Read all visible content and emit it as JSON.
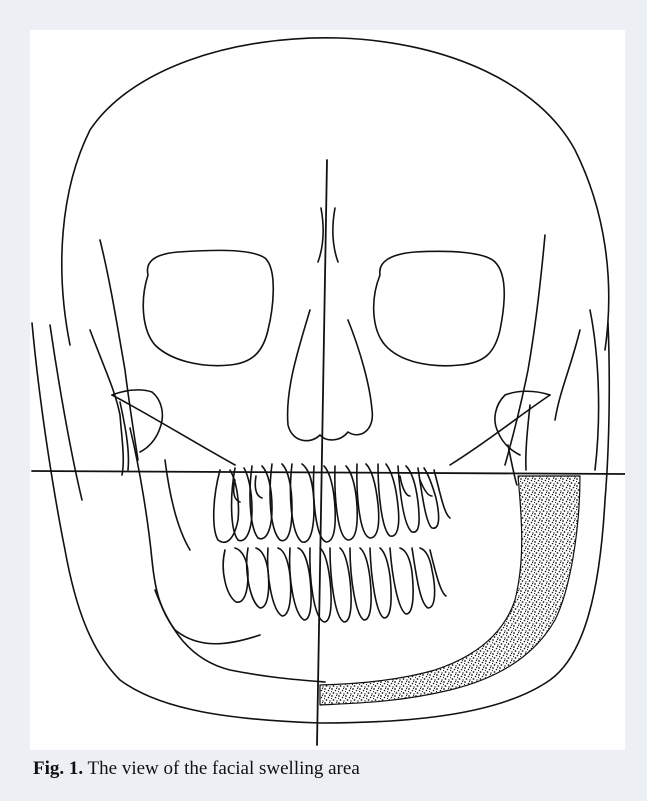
{
  "figure": {
    "caption_label": "Fig. 1.",
    "caption_text": " The view of the facial swelling area"
  },
  "colors": {
    "page_background": "#eceff3",
    "panel_background": "#ffffff",
    "line": "#111111",
    "stipple": "#1a1a1a"
  },
  "icons": [
    "skull-line-drawing",
    "stippled-swelling-area"
  ]
}
